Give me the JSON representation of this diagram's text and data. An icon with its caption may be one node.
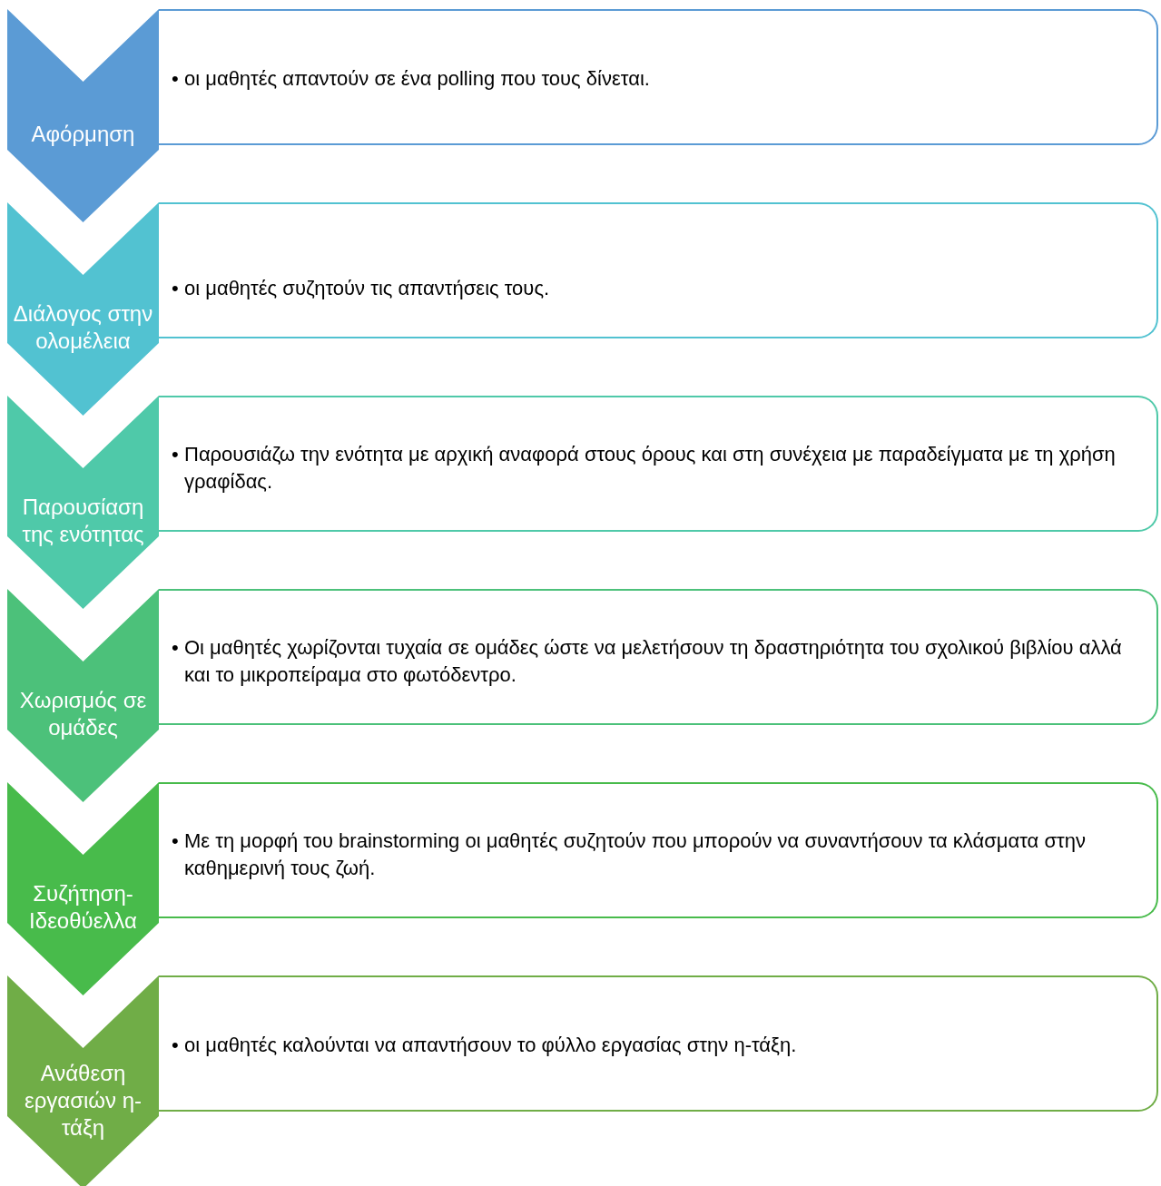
{
  "diagram": {
    "nodes": [
      {
        "text": [
          "Αφόρμηση"
        ]
      },
      {
        "text": [
          "•",
          "οι μαθητές απαντούν σε ένα polling που τους δίνεται."
        ]
      },
      {
        "text": [
          "Διάλογος στην ολομέλεια"
        ]
      },
      {
        "text": [
          "•",
          "οι μαθητές συζητούν τις απαντήσεις τους."
        ]
      },
      {
        "text": [
          "Παρουσίαση της ενότητας"
        ]
      },
      {
        "text": [
          "•",
          "Παρουσιάζω την ενότητα με αρχική αναφορά στους όρους και στη συνέχεια με παραδείγματα με τη χρήση γραφίδας."
        ]
      },
      {
        "text": [
          "Χωρισμός σε ομάδες"
        ]
      },
      {
        "text": [
          "•",
          "Οι μαθητές χωρίζονται τυχαία σε ομάδες ώστε να μελετήσουν τη δραστηριότητα του σχολικού βιβλίου αλλά και το μικροπείραμα στο φωτόδεντρο."
        ]
      },
      {
        "text": [
          "Συζήτηση-Ιδεοθύελλα"
        ]
      },
      {
        "text": [
          "•",
          "Με τη μορφή του brainstorming οι μαθητές συζητούν που μπορούν να συναντήσουν τα κλάσματα στην καθημερινή τους ζωή."
        ]
      },
      {
        "text": [
          "Ανάθεση εργασιών η-τάξη"
        ]
      },
      {
        "text": [
          "•",
          "οι μαθητές καλούνται να απαντήσουν το φύλλο εργασίας στην η-τάξη."
        ]
      }
    ]
  }
}
